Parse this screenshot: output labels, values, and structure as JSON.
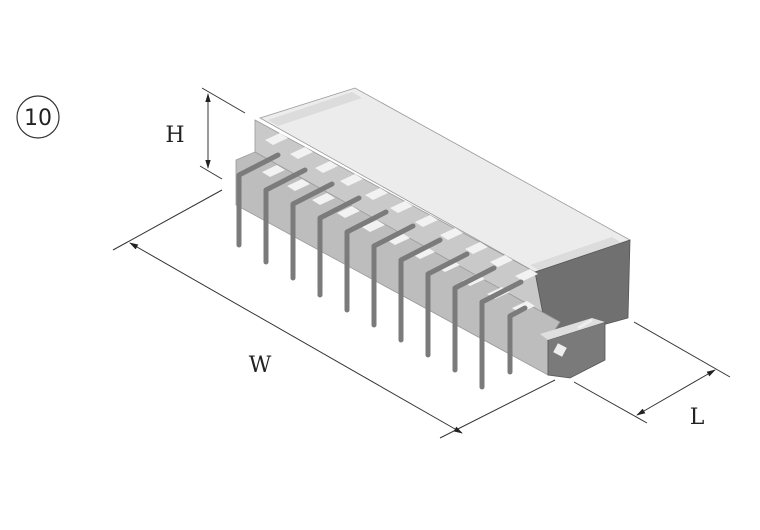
{
  "figure": {
    "index_label": "10",
    "subject": "right-angle dual-row pin header connector",
    "pin_count_per_row": 11,
    "colors": {
      "housing_top": "#ececec",
      "housing_side": "#c9c9c9",
      "housing_end": "#707070",
      "pins": "#8a8a8a",
      "dimension_lines": "#333333"
    }
  },
  "dimensions": {
    "height_label": "H",
    "width_label": "W",
    "length_label": "L"
  }
}
